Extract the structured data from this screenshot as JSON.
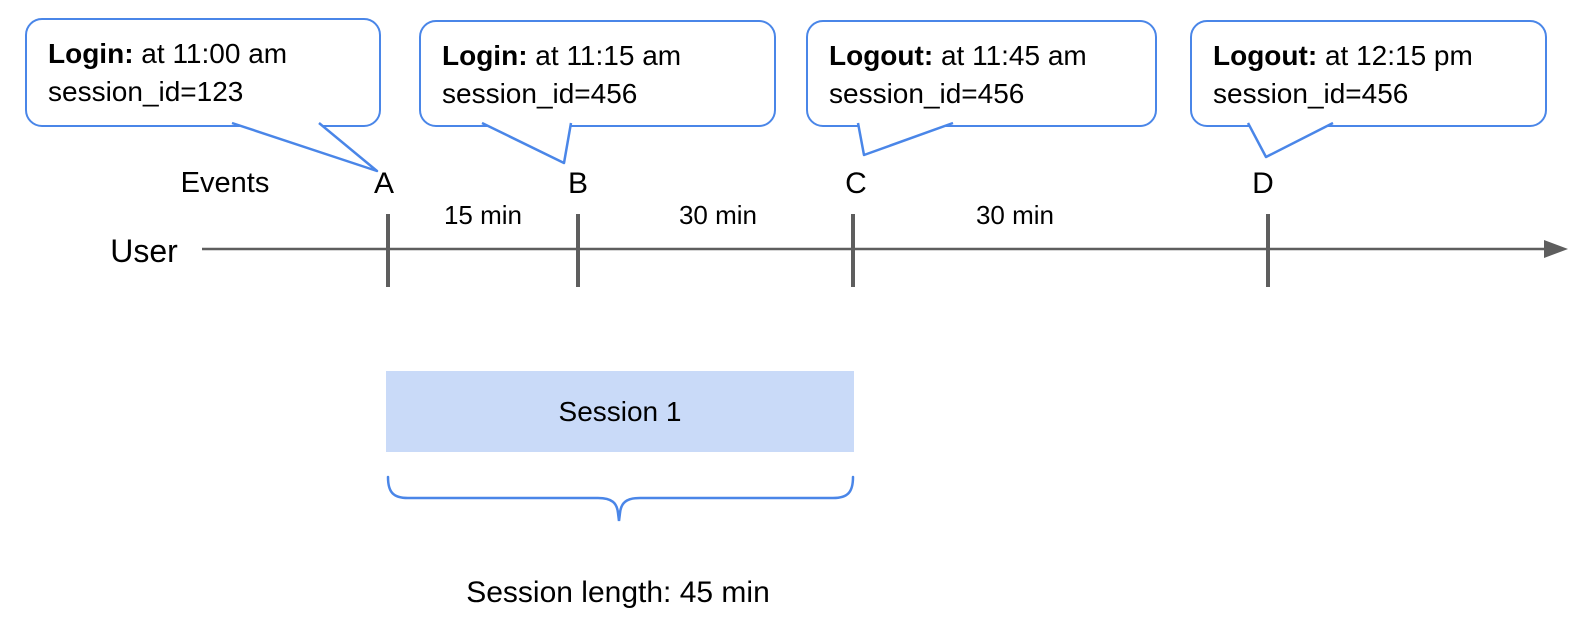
{
  "diagram": {
    "type": "user-session-timeline",
    "colors": {
      "accent_blue": "#4a86e8",
      "session_box_fill": "#c9daf8",
      "timeline_gray": "#5e5e5e",
      "text": "#000000",
      "background": "#ffffff"
    },
    "bubbles": [
      {
        "bold": "Login:",
        "rest": " at 11:00 am",
        "line2": "session_id=123"
      },
      {
        "bold": "Login:",
        "rest": " at 11:15 am",
        "line2": "session_id=456"
      },
      {
        "bold": "Logout:",
        "rest": " at 11:45 am",
        "line2": "session_id=456"
      },
      {
        "bold": "Logout:",
        "rest": " at 12:15 pm",
        "line2": "session_id=456"
      }
    ],
    "timeline": {
      "events_label": "Events",
      "user_label": "User",
      "markers": [
        "A",
        "B",
        "C",
        "D"
      ],
      "intervals": [
        "15 min",
        "30 min",
        "30 min"
      ]
    },
    "session": {
      "box_label": "Session 1",
      "length_label": "Session length: 45 min"
    }
  }
}
